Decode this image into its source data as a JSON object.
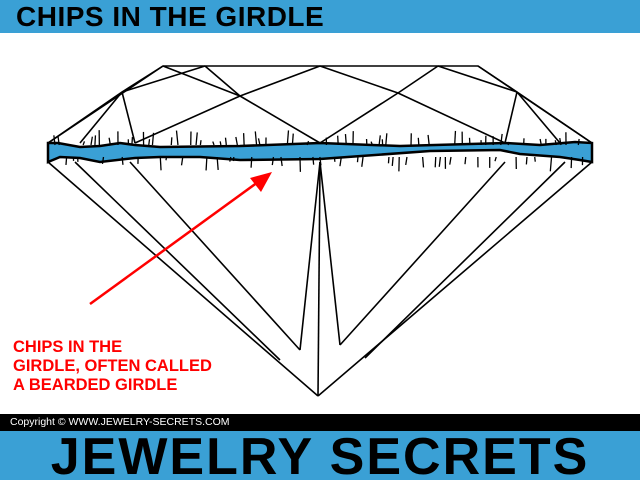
{
  "header": {
    "title": "CHIPS IN THE GIRDLE"
  },
  "annotation": {
    "lines": [
      "CHIPS IN THE",
      "GIRDLE, OFTEN CALLED",
      "A BEARDED GIRDLE"
    ]
  },
  "footer": {
    "copyright": "Copyright © WWW.JEWELRY-SECRETS.COM",
    "brand": "JEWELRY SECRETS"
  },
  "colors": {
    "accent": "#3aa0d5",
    "arrow": "#ff0000"
  }
}
